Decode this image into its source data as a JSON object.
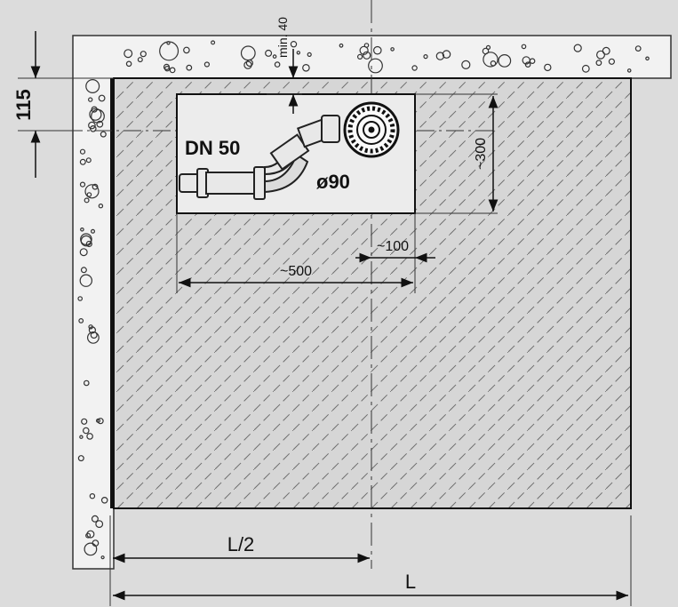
{
  "labels": {
    "wall_thickness": "115",
    "min_gap": "min. 40",
    "pipe_size": "DN 50",
    "drain_diameter": "ø90",
    "recess_depth": "~300",
    "drain_offset": "~100",
    "recess_width": "~500",
    "half_length": "L/2",
    "length": "L"
  },
  "colors": {
    "background": "#dcdcdc",
    "wall_fill": "#f2f2f2",
    "tray_fill": "#d6d6d6",
    "hatch": "#6e6e6e",
    "lines": "#111111",
    "recess_fill": "#ececec"
  }
}
